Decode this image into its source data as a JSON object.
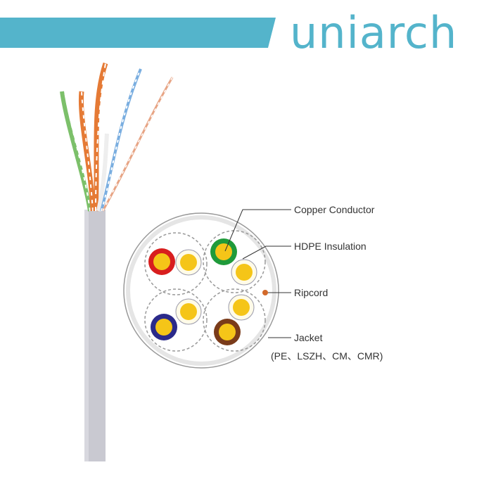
{
  "brand": {
    "logo_text": "uniarch",
    "color": "#54b4cb"
  },
  "diagram": {
    "labels": {
      "copper_conductor": "Copper Conductor",
      "hdpe_insulation": "HDPE Insulation",
      "ripcord": "Ripcord",
      "jacket": "Jacket",
      "jacket_materials": "(PE、LSZH、CM、CMR)"
    },
    "pair_colors": [
      "#d81e1e",
      "#1f9a3a",
      "#2b2a8a",
      "#7a3b1a"
    ],
    "conductor_color": "#f5c518",
    "ripcord_color": "#d2692a",
    "jacket_color": "#c9c9d1"
  }
}
